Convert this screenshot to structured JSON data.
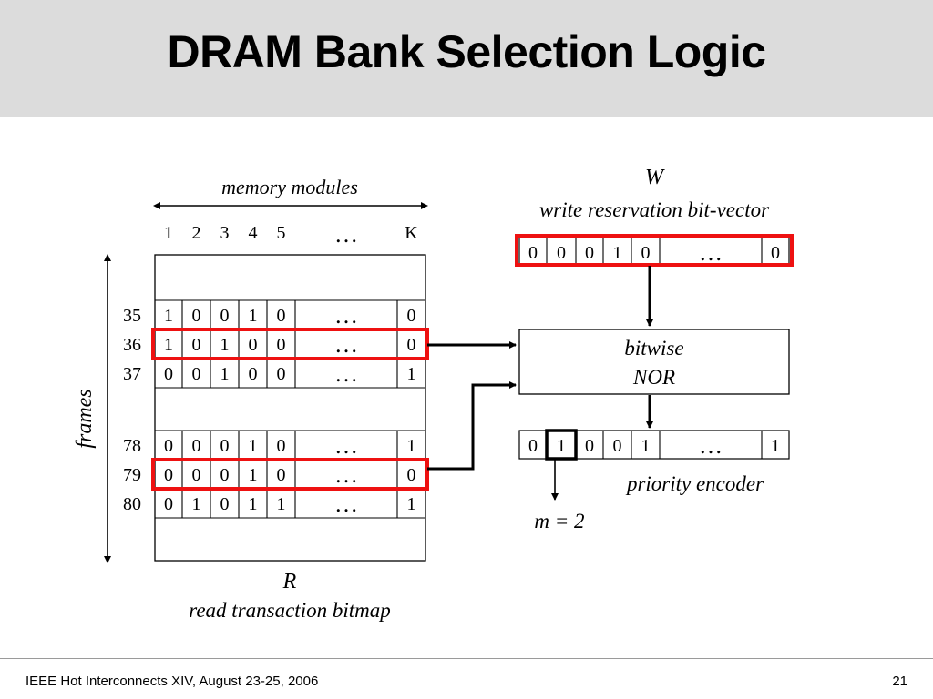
{
  "slide": {
    "title": "DRAM Bank Selection Logic",
    "footer": "IEEE Hot Interconnects XIV, August 23-25, 2006",
    "page_number": "21"
  },
  "diagram": {
    "memory_modules_label": "memory modules",
    "frames_label": "frames",
    "module_headers": [
      "1",
      "2",
      "3",
      "4",
      "5",
      "…",
      "K"
    ],
    "r_letter": "R",
    "r_caption": "read transaction bitmap",
    "rows": [
      {
        "frame": "35",
        "bits": [
          "1",
          "0",
          "0",
          "1",
          "0",
          "…",
          "0"
        ]
      },
      {
        "frame": "36",
        "bits": [
          "1",
          "0",
          "1",
          "0",
          "0",
          "…",
          "0"
        ]
      },
      {
        "frame": "37",
        "bits": [
          "0",
          "0",
          "1",
          "0",
          "0",
          "…",
          "1"
        ]
      },
      {
        "frame": "78",
        "bits": [
          "0",
          "0",
          "0",
          "1",
          "0",
          "…",
          "1"
        ]
      },
      {
        "frame": "79",
        "bits": [
          "0",
          "0",
          "0",
          "1",
          "0",
          "…",
          "0"
        ]
      },
      {
        "frame": "80",
        "bits": [
          "0",
          "1",
          "0",
          "1",
          "1",
          "…",
          "1"
        ]
      }
    ],
    "w_letter": "W",
    "w_caption": "write reservation bit-vector",
    "w_bits": [
      "0",
      "0",
      "0",
      "1",
      "0",
      "…",
      "0"
    ],
    "nor_line1": "bitwise",
    "nor_line2": "NOR",
    "result_bits": [
      "0",
      "1",
      "0",
      "0",
      "1",
      "…",
      "1"
    ],
    "encoder_label": "priority encoder",
    "m_result": "m = 2",
    "highlight_color": "#ee1111"
  }
}
